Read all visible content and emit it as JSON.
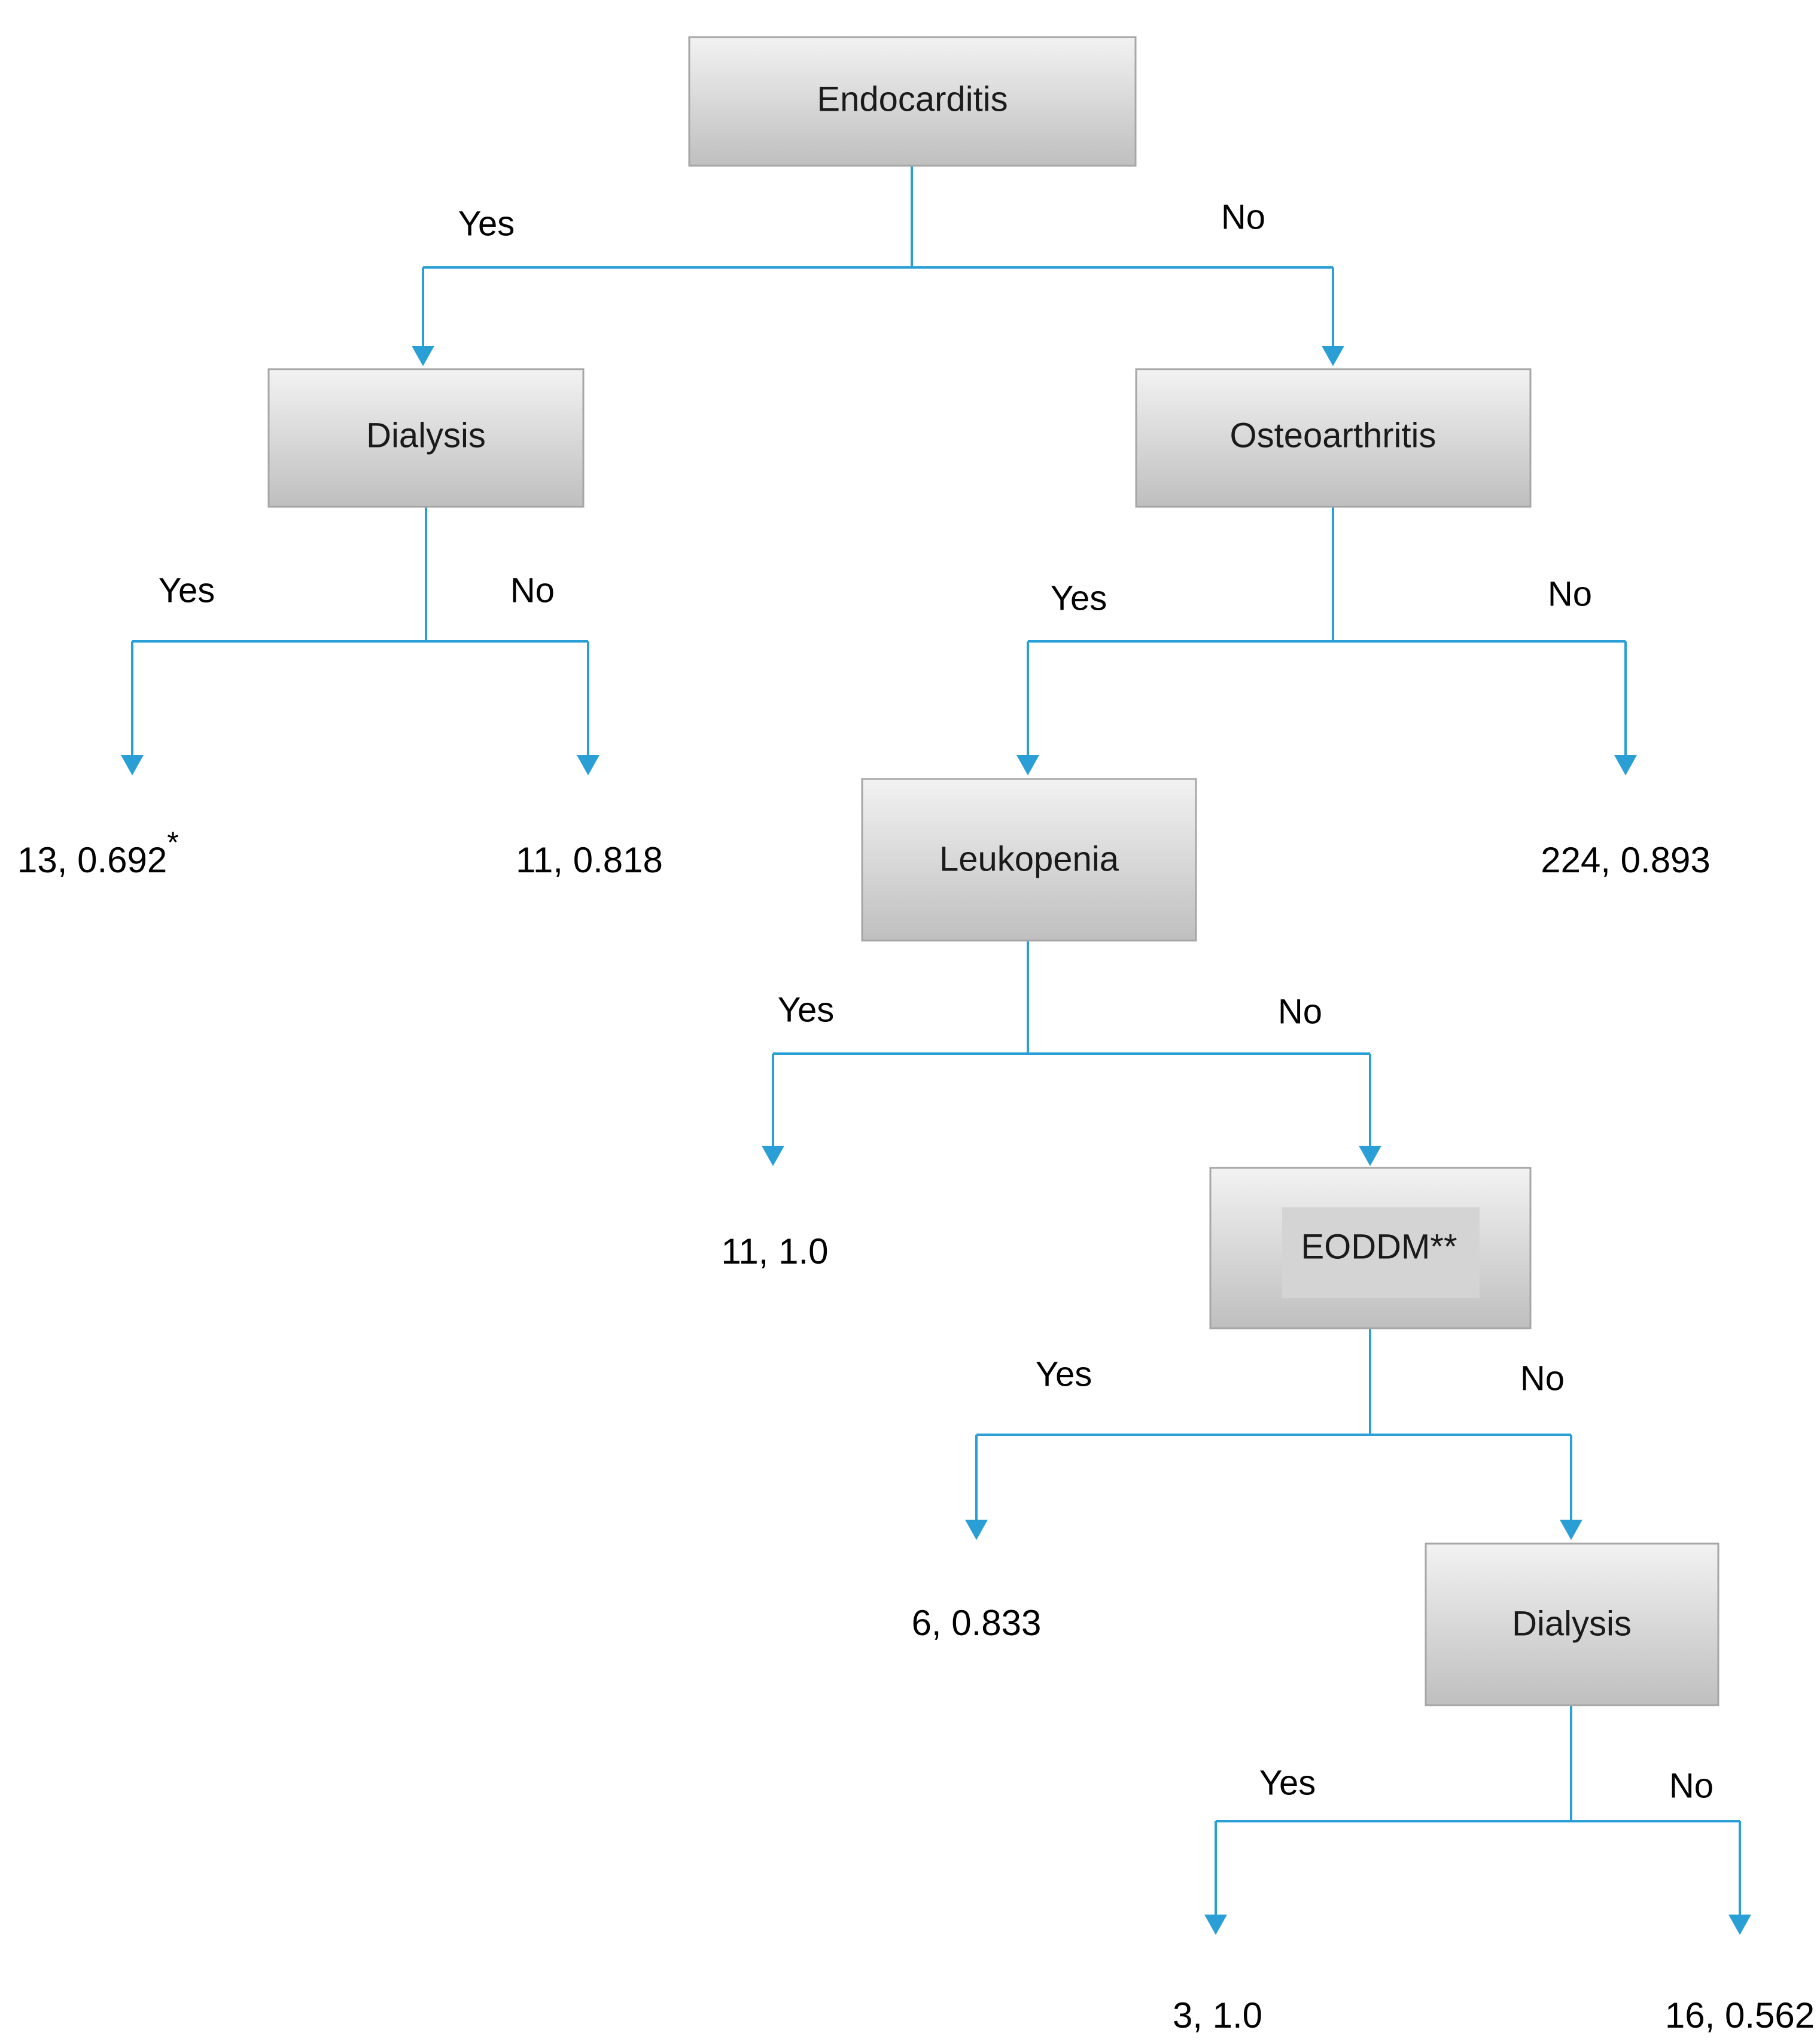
{
  "colors": {
    "connector": "#2a9fd6",
    "box_top": "#f2f2f2",
    "box_bottom": "#bfbfbf",
    "box_border": "#a6a6a6"
  },
  "nodes": {
    "endocarditis": "Endocarditis",
    "dialysis_1": "Dialysis",
    "osteoarthritis": "Osteoarthritis",
    "leukopenia": "Leukopenia",
    "eoddm": "EODDM**",
    "dialysis_2": "Dialysis"
  },
  "edges": {
    "endocarditis_yes": "Yes",
    "endocarditis_no": "No",
    "dialysis_1_yes": "Yes",
    "dialysis_1_no": "No",
    "osteoarthritis_yes": "Yes",
    "osteoarthritis_no": "No",
    "leukopenia_yes": "Yes",
    "leukopenia_no": "No",
    "eoddm_yes": "Yes",
    "eoddm_no": "No",
    "dialysis_2_yes": "Yes",
    "dialysis_2_no": "No"
  },
  "leaves": {
    "leaf_1": "13, 0.692",
    "leaf_1_mark": "*",
    "leaf_2": "11, 0.818",
    "leaf_3": "224, 0.893",
    "leaf_4": "11, 1.0",
    "leaf_5": "6, 0.833",
    "leaf_6": "3, 1.0",
    "leaf_7": "16, 0.562"
  }
}
